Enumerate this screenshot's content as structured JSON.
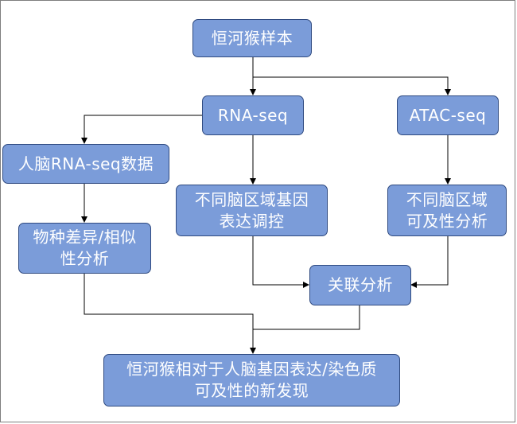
{
  "diagram": {
    "nodes": {
      "sample": {
        "label": "恒河猴样本"
      },
      "rnaseq": {
        "label": "RNA-seq"
      },
      "atacseq": {
        "label": "ATAC-seq"
      },
      "human_rnaseq": {
        "label": "人脑RNA-seq数据"
      },
      "brain_regulation": {
        "line1": "不同脑区域基因",
        "line2": "表达调控"
      },
      "brain_atac": {
        "line1": "不同脑区域",
        "line2": "可及性分析"
      },
      "species_diff": {
        "line1": "物种差异/相似",
        "line2": "性分析"
      },
      "correlation": {
        "label": "关联分析"
      },
      "discovery": {
        "line1": "恒河猴相对于人脑基因表达/染色质",
        "line2": "可及性的新发现"
      }
    },
    "colors": {
      "node_fill": "#7b9cd9",
      "node_border": "#2f4a80",
      "edge": "#000000",
      "text": "#ffffff"
    }
  }
}
